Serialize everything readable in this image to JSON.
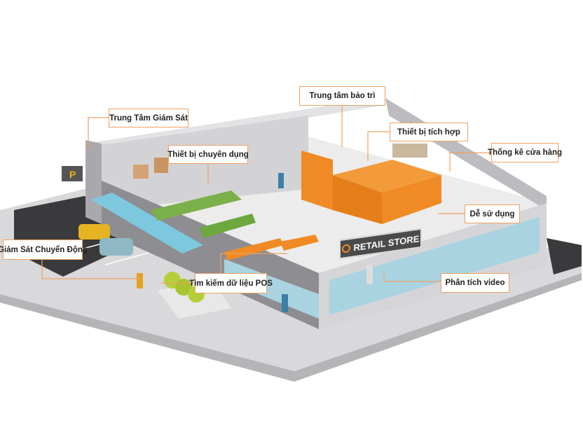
{
  "labels": {
    "monitoring_center": "Trung Tâm Giám Sát",
    "dedicated_equipment": "Thiết bị chuyên dụng",
    "maintenance_center": "Trung tâm bảo trì",
    "integrated_equipment": "Thiết bị tích hợp",
    "store_statistics": "Thống kê cửa hàng",
    "easy_to_use": "Dễ sử dụng",
    "motion_monitoring": "Giám Sát Chuyển Động",
    "pos_data_search": "Tìm kiếm dữ liệu POS",
    "video_analysis": "Phân tích video"
  },
  "store_sign": "RETAIL STORE",
  "parking_sign": "P",
  "colors": {
    "accent": "#f08a24",
    "wall": "#c9c9cc",
    "floor": "#ececec",
    "asphalt": "#3a3a3c",
    "glass": "#a9d3e0"
  }
}
